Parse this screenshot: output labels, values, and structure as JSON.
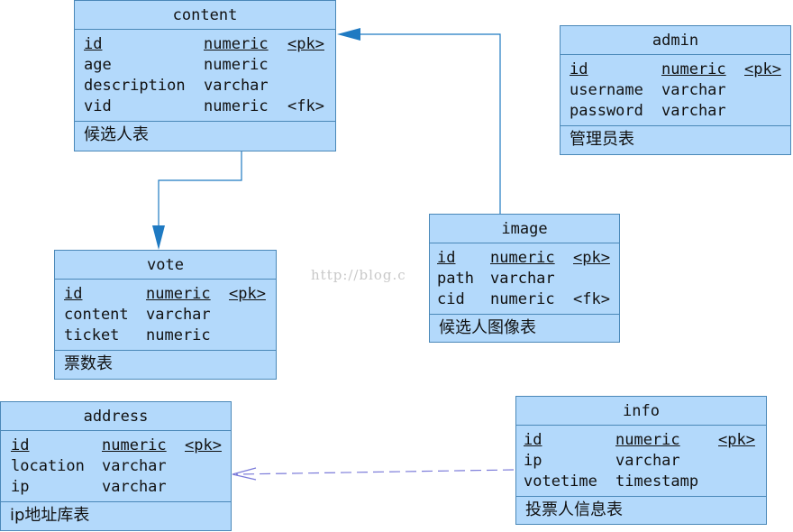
{
  "entities": {
    "content": {
      "name": "content",
      "attrs": [
        {
          "name": "id",
          "type": "numeric",
          "key": "<pk>"
        },
        {
          "name": "age",
          "type": "numeric",
          "key": ""
        },
        {
          "name": "description",
          "type": "varchar",
          "key": ""
        },
        {
          "name": "vid",
          "type": "numeric",
          "key": "<fk>"
        }
      ],
      "comment": "候选人表"
    },
    "admin": {
      "name": "admin",
      "attrs": [
        {
          "name": "id",
          "type": "numeric",
          "key": "<pk>"
        },
        {
          "name": "username",
          "type": "varchar",
          "key": ""
        },
        {
          "name": "password",
          "type": "varchar",
          "key": ""
        }
      ],
      "comment": "管理员表"
    },
    "vote": {
      "name": "vote",
      "attrs": [
        {
          "name": "id",
          "type": "numeric",
          "key": "<pk>"
        },
        {
          "name": "content",
          "type": "varchar",
          "key": ""
        },
        {
          "name": "ticket",
          "type": "numeric",
          "key": ""
        }
      ],
      "comment": "票数表"
    },
    "image": {
      "name": "image",
      "attrs": [
        {
          "name": "id",
          "type": "numeric",
          "key": "<pk>"
        },
        {
          "name": "path",
          "type": "varchar",
          "key": ""
        },
        {
          "name": "cid",
          "type": "numeric",
          "key": "<fk>"
        }
      ],
      "comment": "候选人图像表"
    },
    "address": {
      "name": "address",
      "attrs": [
        {
          "name": "id",
          "type": "numeric",
          "key": "<pk>"
        },
        {
          "name": "location",
          "type": "varchar",
          "key": ""
        },
        {
          "name": "ip",
          "type": "varchar",
          "key": ""
        }
      ],
      "comment": "ip地址库表"
    },
    "info": {
      "name": "info",
      "attrs": [
        {
          "name": "id",
          "type": "numeric",
          "key": "<pk>"
        },
        {
          "name": "ip",
          "type": "varchar",
          "key": ""
        },
        {
          "name": "votetime",
          "type": "timestamp",
          "key": ""
        }
      ],
      "comment": "投票人信息表"
    }
  },
  "watermark": "http://blog.c",
  "colors": {
    "entity_fill": "#b3d9fb",
    "entity_border": "#4a88b8",
    "link_solid": "#1f7ac2",
    "link_dashed": "#7b7bd9"
  }
}
